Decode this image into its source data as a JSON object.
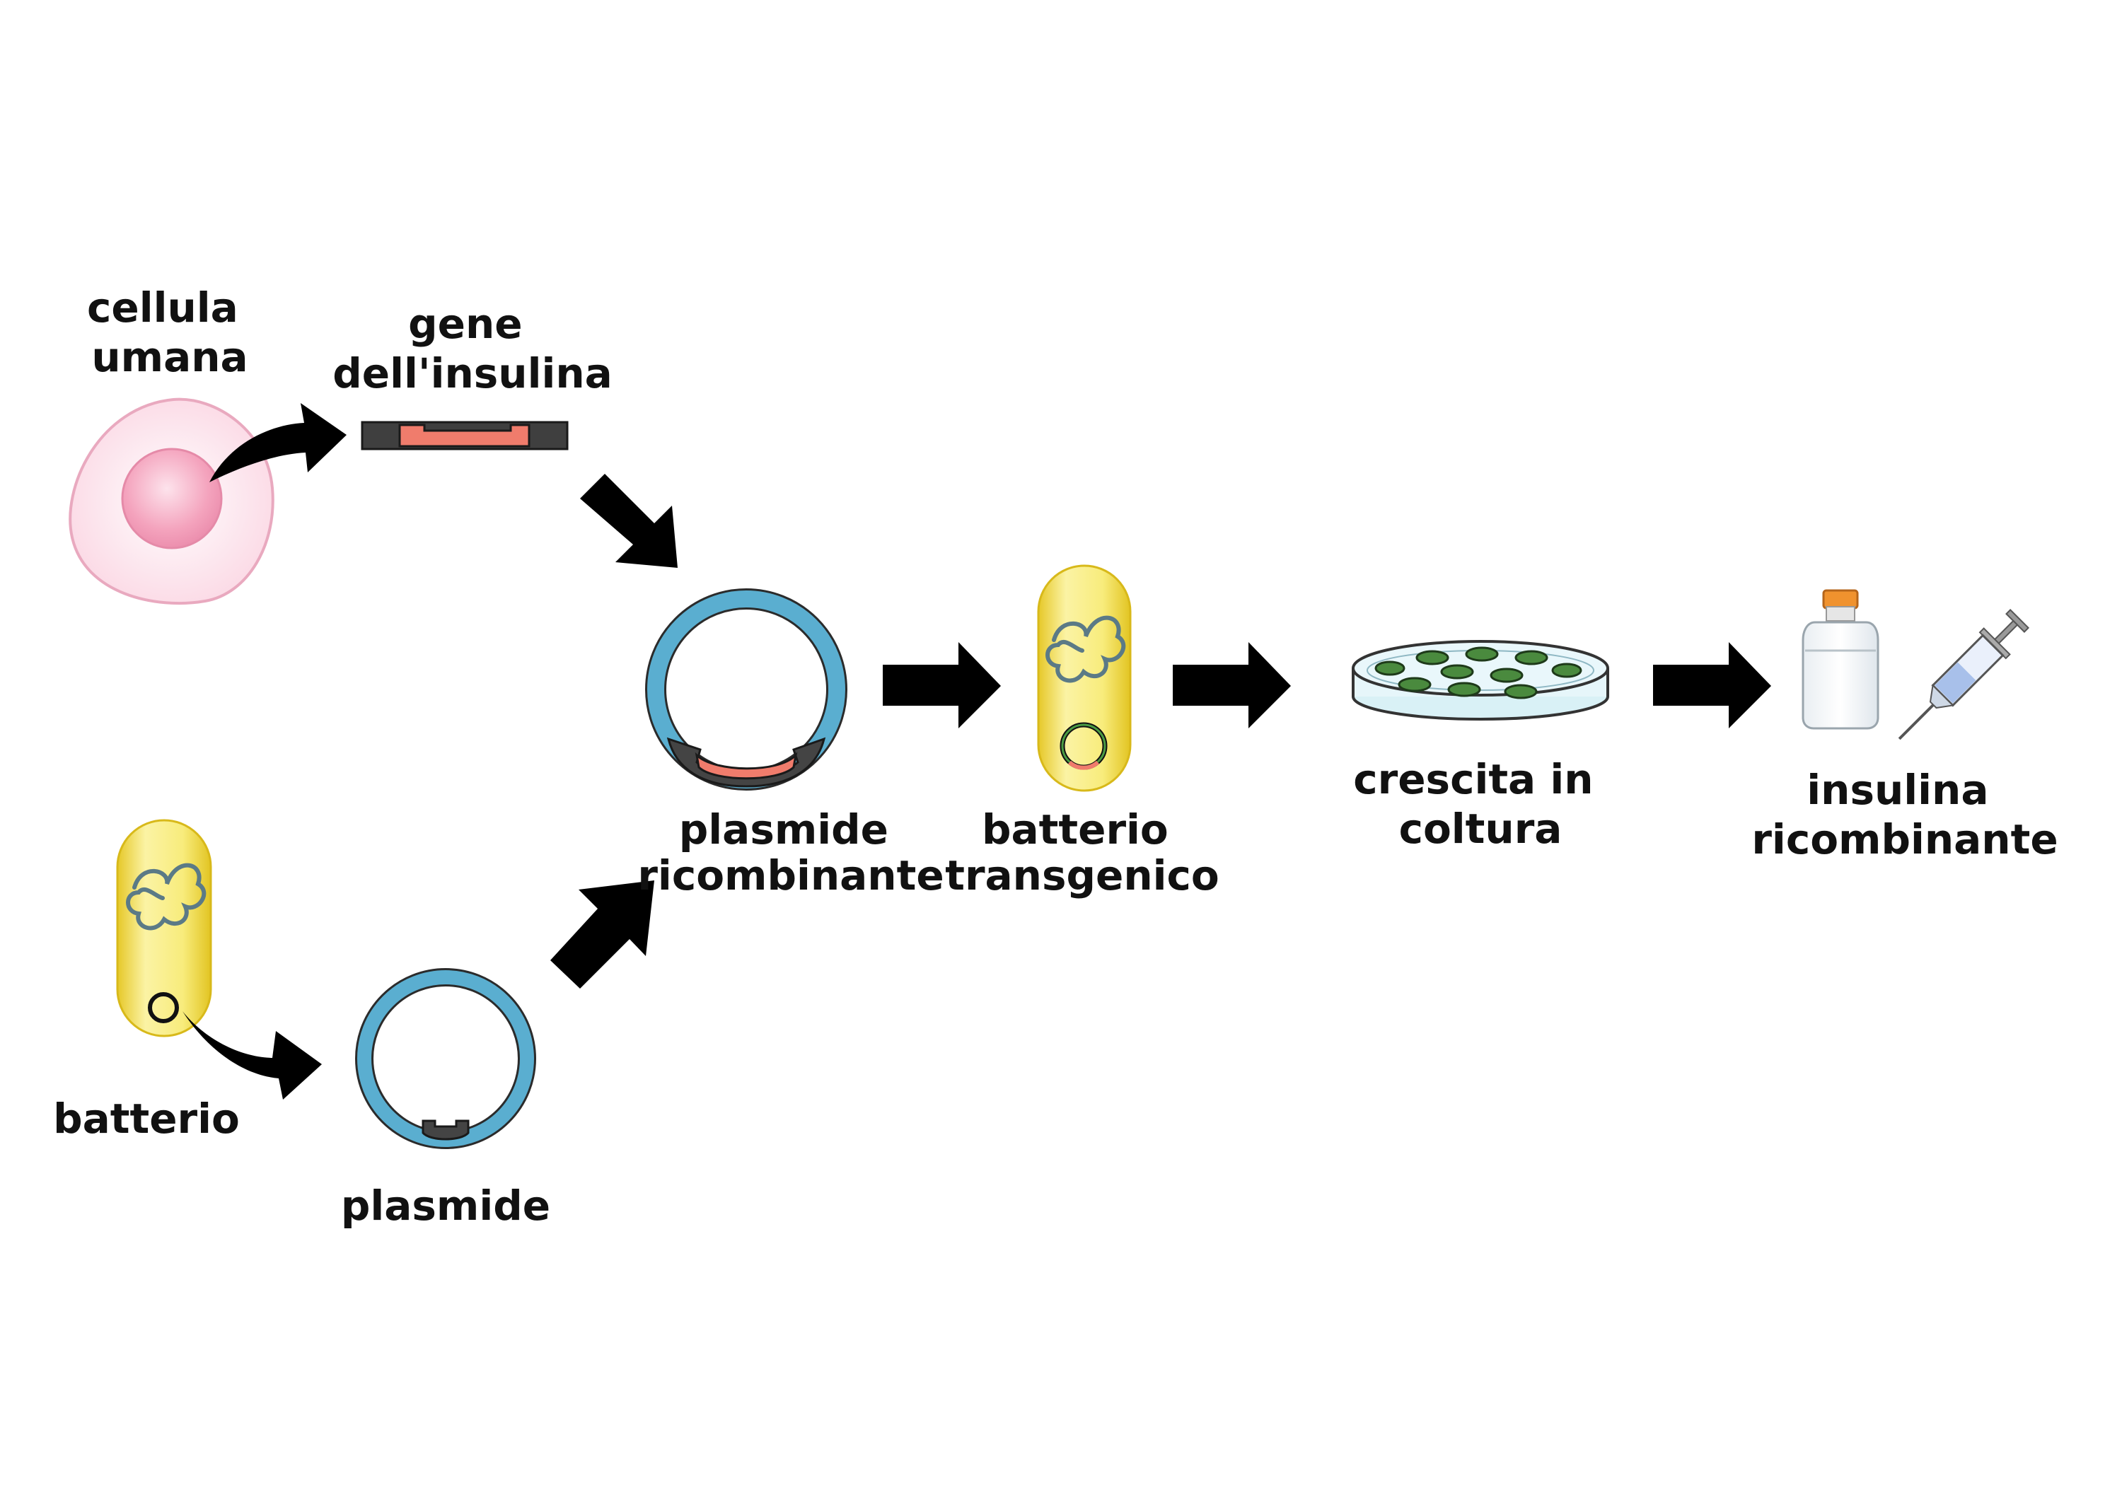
{
  "labels": {
    "human_cell": [
      "cellula",
      "umana"
    ],
    "insulin_gene": [
      "gene",
      "dell'insulina"
    ],
    "bacterium": "batterio",
    "plasmid": "plasmide",
    "recombinant_plasmid": [
      "plasmide",
      "ricombinante"
    ],
    "transgenic_bacterium": [
      "batterio",
      "transgenico"
    ],
    "culture_growth": [
      "crescita in",
      "coltura"
    ],
    "recombinant_insulin": [
      "insulina",
      "ricombinante"
    ]
  },
  "colors": {
    "cell_membrane": "#fbe3ec",
    "cell_nucleus": "#f4a3bd",
    "gene_insert": "#f07c6c",
    "dna_dark": "#444444",
    "plasmid_ring": "#5aaed0",
    "bacterium_body": "#f3e24a",
    "chromosome": "#5b7a86",
    "dish_medium": "#d9f1f6",
    "colony": "#4a8a3e",
    "vial_cap": "#f0922e",
    "syringe_liquid": "#a8c0ea",
    "arrow": "#000000"
  }
}
